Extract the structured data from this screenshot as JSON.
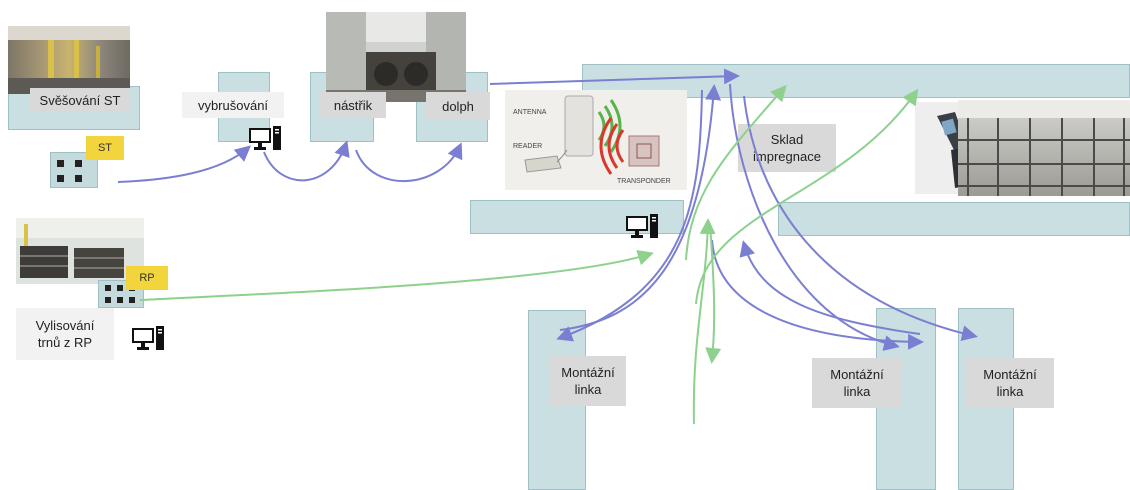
{
  "labels": {
    "svesovani": "Svěšování ST",
    "vybrusovani": "vybrušování",
    "nastrik": "nástřik",
    "dolph": "dolph",
    "sklad": "Sklad impregnace",
    "vylisovani": "Vylisování trnů z RP",
    "montaz_1": "Montážní linka",
    "montaz_2": "Montážní linka",
    "montaz_3": "Montážní linka"
  },
  "tags": {
    "st": "ST",
    "rp": "RP"
  },
  "rfid": {
    "antenna": "ANTENNA",
    "reader": "READER",
    "transponder": "TRANSPONDER"
  },
  "icons": {
    "computer": "computer-icon",
    "handheld": "handheld-scanner-icon",
    "rfid": "rfid-antenna-icon"
  },
  "colors": {
    "structure": "#c9dfe2",
    "label_bg": "#d9d9d9",
    "tag": "#f2d43c",
    "flow_blue": "#7b7fd1",
    "flow_green": "#8dd18d"
  }
}
